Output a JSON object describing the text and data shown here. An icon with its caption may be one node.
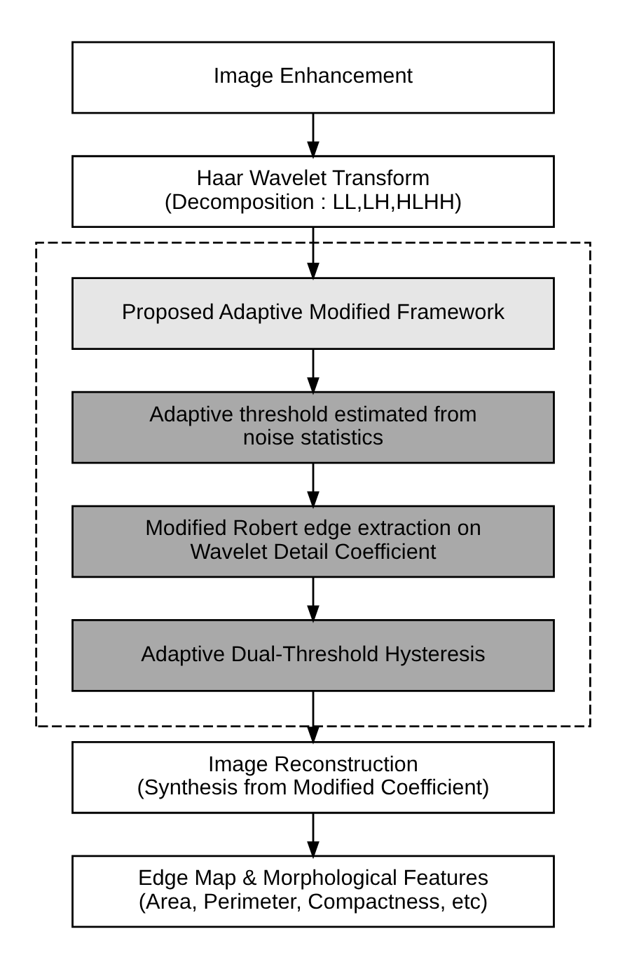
{
  "diagram": {
    "nodes": [
      {
        "text": [
          "Image Enhancement"
        ]
      },
      {
        "text": [
          "Haar Wavelet Transform",
          "(Decomposition : LL,LH,HLHH)"
        ]
      },
      {
        "text": [],
        "shape": "box"
      },
      {
        "text": [
          "Proposed Adaptive Modified Framework"
        ],
        "in": 2
      },
      {
        "text": [
          "Adaptive threshold estimated from noise statistics"
        ],
        "in": 2
      },
      {
        "text": [
          "Modified Robert edge extraction on Wavelet Detail Coefficient"
        ],
        "in": 2
      },
      {
        "text": [
          "Adaptive Dual-Threshold Hysteresis"
        ],
        "in": 2
      },
      {
        "text": [
          "Image Reconstruction",
          "(Synthesis from Modified Coefficient)"
        ]
      },
      {
        "text": [
          "Edge Map & Morphological Features",
          "(Area, Perimeter, Compactness, etc)"
        ]
      }
    ],
    "edges": [
      {
        "from": 0,
        "to": 1,
        "arrow": "to"
      },
      {
        "from": 1,
        "to": 3,
        "arrow": "to"
      },
      {
        "from": 3,
        "to": 4,
        "arrow": "to"
      },
      {
        "from": 4,
        "to": 5,
        "arrow": "to"
      },
      {
        "from": 5,
        "to": 6,
        "arrow": "to"
      },
      {
        "from": 6,
        "to": 7,
        "arrow": "to"
      },
      {
        "from": 7,
        "to": 8,
        "arrow": "to"
      }
    ]
  }
}
